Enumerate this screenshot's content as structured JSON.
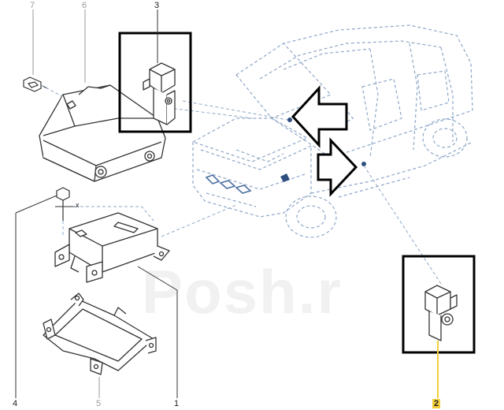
{
  "diagram": {
    "callouts": [
      {
        "id": "7",
        "label": "7",
        "style": "gray"
      },
      {
        "id": "6",
        "label": "6",
        "style": "gray"
      },
      {
        "id": "3",
        "label": "3",
        "style": "dark"
      },
      {
        "id": "4",
        "label": "4",
        "style": "dark"
      },
      {
        "id": "5",
        "label": "5",
        "style": "gray"
      },
      {
        "id": "1",
        "label": "1",
        "style": "dark"
      },
      {
        "id": "2",
        "label": "2",
        "style": "highlight"
      }
    ],
    "axis_label_x": "x",
    "watermark": "Posh.r",
    "colors": {
      "line": "#333333",
      "vehicle_dash": "#8fa8c8",
      "leader_dash": "#8fa8c8",
      "highlight": "#f3cf3a",
      "box": "#000000"
    }
  }
}
